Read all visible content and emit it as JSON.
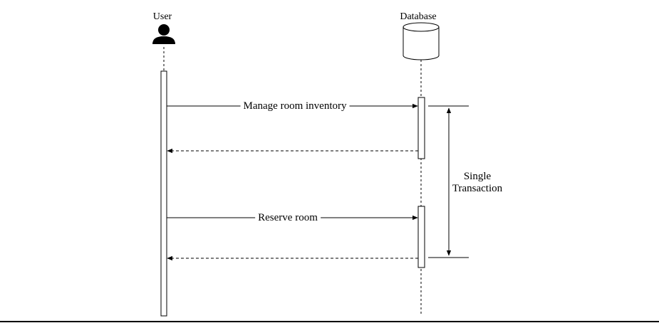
{
  "participants": {
    "user": {
      "label": "User",
      "icon": "user-actor-icon"
    },
    "database": {
      "label": "Database",
      "icon": "database-cylinder-icon"
    }
  },
  "messages": [
    {
      "from": "User",
      "to": "Database",
      "label": "Manage room inventory",
      "style": "solid"
    },
    {
      "from": "Database",
      "to": "User",
      "label": "",
      "style": "dashed"
    },
    {
      "from": "User",
      "to": "Database",
      "label": "Reserve room",
      "style": "solid"
    },
    {
      "from": "Database",
      "to": "User",
      "label": "",
      "style": "dashed"
    }
  ],
  "transaction_note": {
    "line1": "Single",
    "line2": "Transaction"
  },
  "colors": {
    "stroke": "#000000",
    "background": "#ffffff"
  }
}
